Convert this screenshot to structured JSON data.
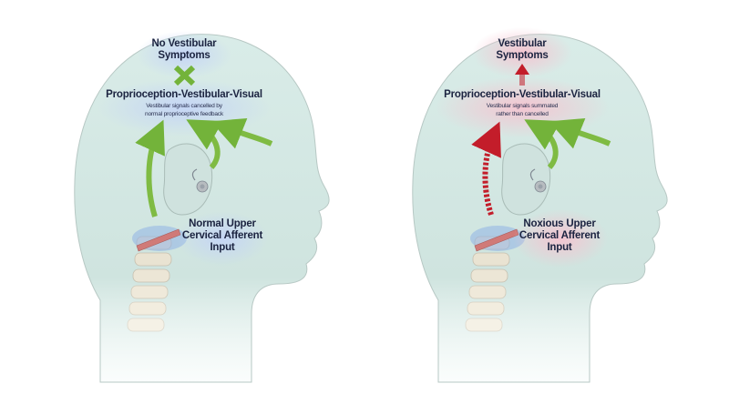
{
  "left_panel": {
    "symptom_label": "No Vestibular Symptoms",
    "symptom_line1": "No Vestibular",
    "symptom_line2": "Symptoms",
    "integration_label": "Proprioception-Vestibular-Visual",
    "integration_note_line1": "Vestibular signals cancelled by",
    "integration_note_line2": "normal proprioceptive feedback",
    "afferent_line1": "Normal Upper",
    "afferent_line2": "Cervical Afferent",
    "afferent_line3": "Input",
    "symptom_marker": "x-mark",
    "state": "normal"
  },
  "right_panel": {
    "symptom_line1": "Vestibular",
    "symptom_line2": "Symptoms",
    "integration_label": "Proprioception-Vestibular-Visual",
    "integration_note_line1": "Vestibular signals summated",
    "integration_note_line2": "rather than cancelled",
    "afferent_line1": "Noxious Upper",
    "afferent_line2": "Cervical Afferent",
    "afferent_line3": "Input",
    "symptom_marker": "up-arrow",
    "state": "noxious"
  },
  "colors": {
    "head_fill": "#d3e8e4",
    "head_outline": "#a7b8b4",
    "normal_glow": "#c6d7f4",
    "noxious_glow": "#f2c9d3",
    "green_arrow": "#73b33a",
    "red_arrow": "#c31d2a",
    "text": "#1b2340"
  }
}
